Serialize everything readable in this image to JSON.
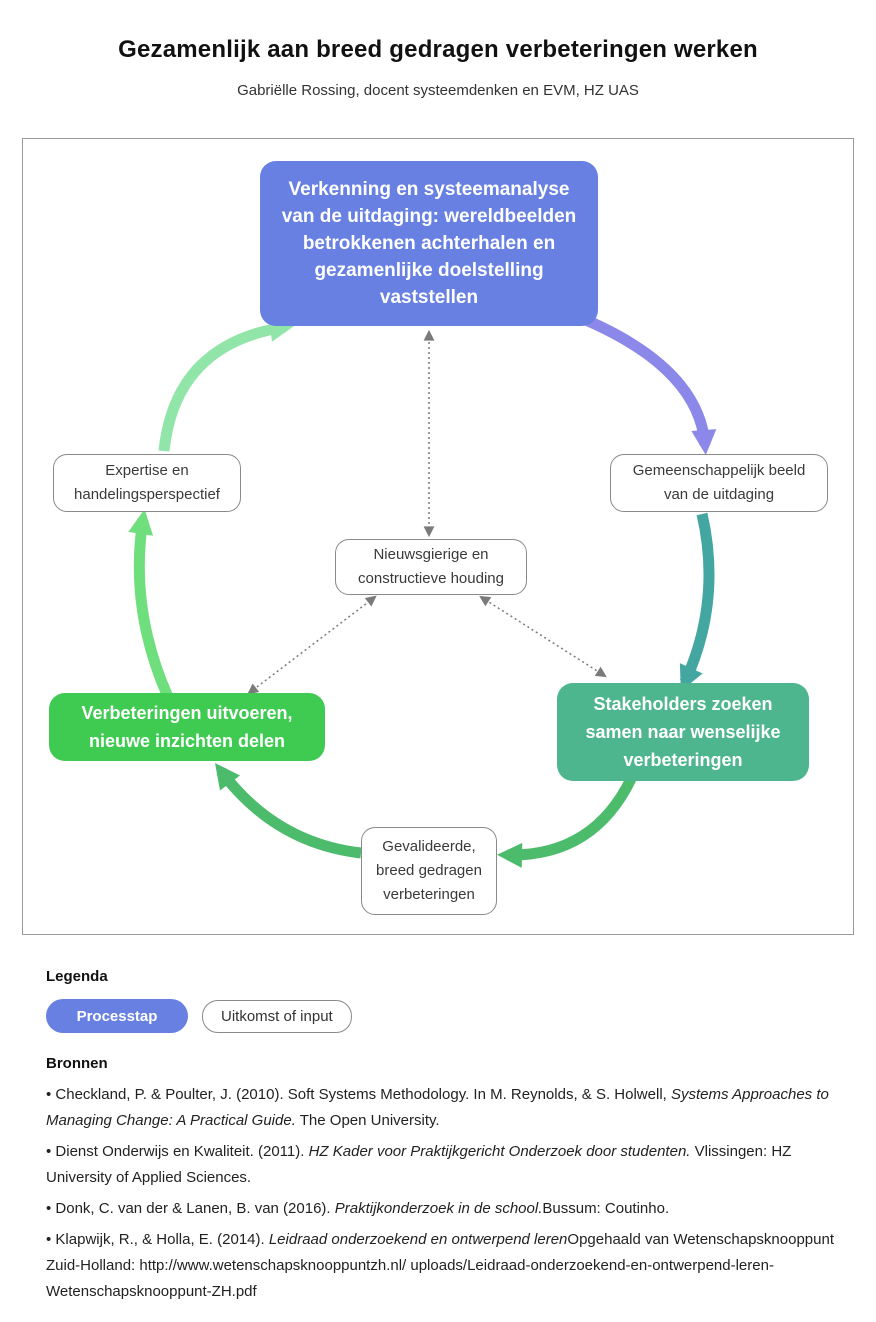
{
  "page": {
    "title": "Gezamenlijk aan breed gedragen verbeteringen werken",
    "subtitle": "Gabriëlle Rossing, docent systeemdenken en EVM, HZ UAS"
  },
  "diagram": {
    "steps": {
      "verkenning": "Verkenning en systeemanalyse van de uitdaging: wereldbeelden betrokkenen achterhalen en gezamenlijke doelstelling vaststellen",
      "stakeholders": "Stakeholders zoeken samen naar wenselijke verbeteringen",
      "verbeteringen": "Verbeteringen uitvoeren, nieuwe inzichten delen"
    },
    "outcomes": {
      "gemeenschappelijk": "Gemeenschappelijk beeld van de uitdaging",
      "expertise": "Expertise en handelingsperspectief",
      "houding": "Nieuwsgierige en constructieve houding",
      "gevalideerde": "Gevalideerde, breed gedragen verbeteringen"
    },
    "colors": {
      "process_blue": "#6780E2",
      "process_teal_green": "#4EB68F",
      "process_bright_green": "#3FCB52",
      "arrow_purple": "#8C88EA",
      "arrow_teal": "#44A6A0",
      "arrow_green": "#4CBB6C",
      "arrow_light_green": "#6FDE7C",
      "arrow_mint": "#92E5A9",
      "dotted_gray": "#808080"
    }
  },
  "legend": {
    "heading": "Legenda",
    "process_label": "Processtap",
    "outcome_label": "Uitkomst of input"
  },
  "sources": {
    "heading": "Bronnen",
    "references": [
      {
        "pre": "• Checkland, P. & Poulter, J. (2010). Soft Systems Methodology. In M. Reynolds, & S. Holwell, ",
        "italic": "Systems Approaches to Managing Change: A Practical Guide.",
        "post": " The Open University."
      },
      {
        "pre": "• Dienst Onderwijs en Kwaliteit. (2011). ",
        "italic": "HZ Kader voor Praktijkgericht Onderzoek door studenten.",
        "post": " Vlissingen: HZ University of Applied Sciences."
      },
      {
        "pre": "• Donk, C. van der & Lanen, B. van (2016). ",
        "italic": "Praktijkonderzoek in de school.",
        "post": "Bussum: Coutinho."
      },
      {
        "pre": "• Klapwijk, R., & Holla, E. (2014). ",
        "italic": "Leidraad onderzoekend en ontwerpend leren",
        "post": "Opgehaald van Wetenschapsknooppunt Zuid-Holland: http://www.wetenschapsknooppuntzh.nl/ uploads/Leidraad-onderzoekend-en-ontwerpend-leren-Wetenschapsknooppunt-ZH.pdf"
      }
    ]
  }
}
